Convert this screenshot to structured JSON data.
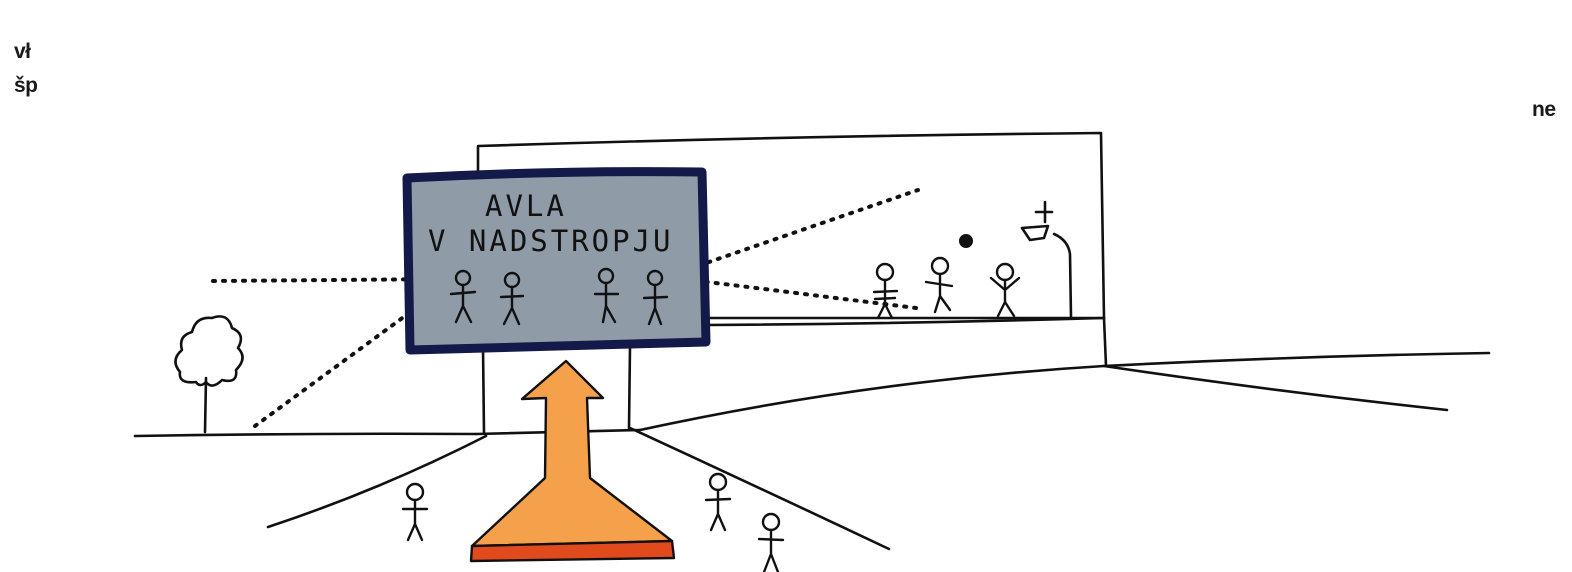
{
  "text_fragments": {
    "left_line_1": "vł",
    "left_line_2": "šp",
    "right_line": "ne"
  },
  "sketch": {
    "label_line_1": "AVLA",
    "label_line_2": "V NADSTROPJU"
  },
  "colors": {
    "hall_fill": "#8f9ba6",
    "hall_border": "#131a4a",
    "arrow_fill": "#f5a04a",
    "arrow_base": "#e04a1c",
    "ink": "#111111"
  }
}
